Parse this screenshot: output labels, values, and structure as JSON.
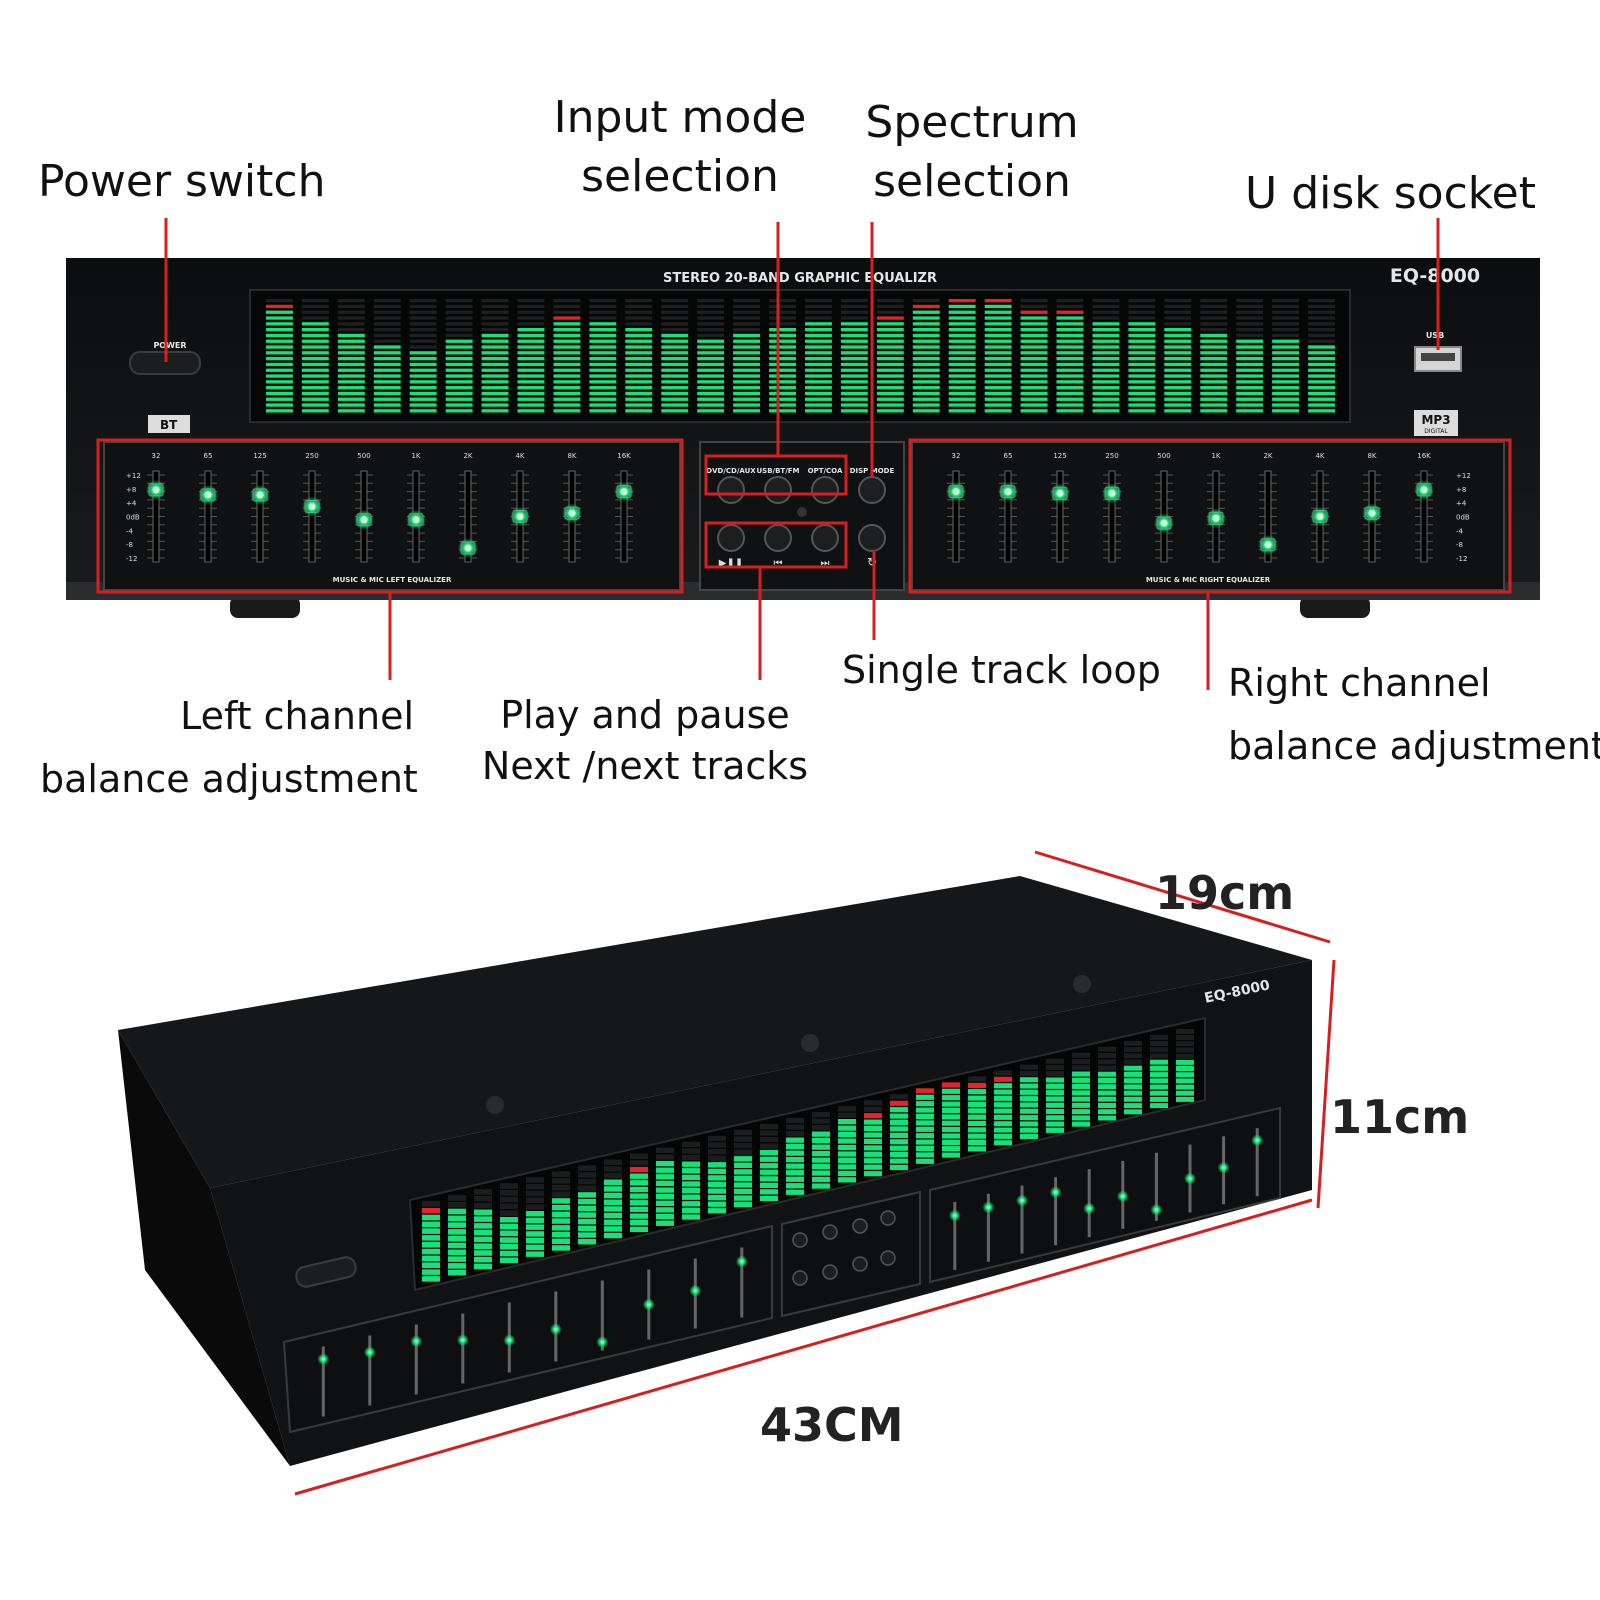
{
  "callouts": {
    "power_switch": "Power switch",
    "input_mode_line1": "Input mode",
    "input_mode_line2": "selection",
    "spectrum_line1": "Spectrum",
    "spectrum_line2": "selection",
    "u_disk": "U disk socket",
    "left_channel_line1": "Left channel",
    "left_channel_line2": "balance adjustment",
    "play_line1": "Play and pause",
    "play_line2": "Next /next tracks",
    "single_loop": "Single track loop",
    "right_channel_line1": "Right channel",
    "right_channel_line2": "balance adjustment"
  },
  "panel": {
    "title": "STEREO 20-BAND GRAPHIC EQUALIZR",
    "model": "EQ-8000",
    "power_label": "POWER",
    "usb_label": "USB",
    "bt_label": "BT",
    "mp3_label": "MP3",
    "mp3_sub": "DIGITAL",
    "freq_bands": [
      "32",
      "65",
      "125",
      "250",
      "500",
      "1K",
      "2K",
      "4K",
      "8K",
      "16K"
    ],
    "db_scale": [
      "+12",
      "+8",
      "+4",
      "0dB",
      "-4",
      "-8",
      "-12"
    ],
    "input_buttons": [
      "DVD/CD/AUX",
      "USB/BT/FM",
      "OPT/COA"
    ],
    "disp_mode": "DISP MODE",
    "left_eq_caption": "MUSIC & MIC LEFT EQUALIZER",
    "right_eq_caption": "MUSIC & MIC RIGHT EQUALIZER",
    "left_slider_levels": [
      0.82,
      0.76,
      0.76,
      0.62,
      0.46,
      0.46,
      0.12,
      0.5,
      0.54,
      0.8
    ],
    "right_slider_levels": [
      0.8,
      0.8,
      0.78,
      0.78,
      0.42,
      0.48,
      0.16,
      0.5,
      0.54,
      0.82
    ],
    "spectrum_levels": [
      0.95,
      0.82,
      0.72,
      0.62,
      0.55,
      0.64,
      0.7,
      0.74,
      0.85,
      0.8,
      0.74,
      0.7,
      0.66,
      0.7,
      0.74,
      0.78,
      0.82,
      0.86,
      0.94,
      0.98,
      1.0,
      0.92,
      0.88,
      0.82,
      0.78,
      0.74,
      0.7,
      0.66,
      0.64,
      0.62
    ]
  },
  "dimensions": {
    "depth": "19cm",
    "height": "11cm",
    "width": "43CM"
  },
  "colors": {
    "annotation": "#d42020",
    "led_green": "#19e07a",
    "led_red": "#e0262a",
    "chassis": "#121314"
  }
}
